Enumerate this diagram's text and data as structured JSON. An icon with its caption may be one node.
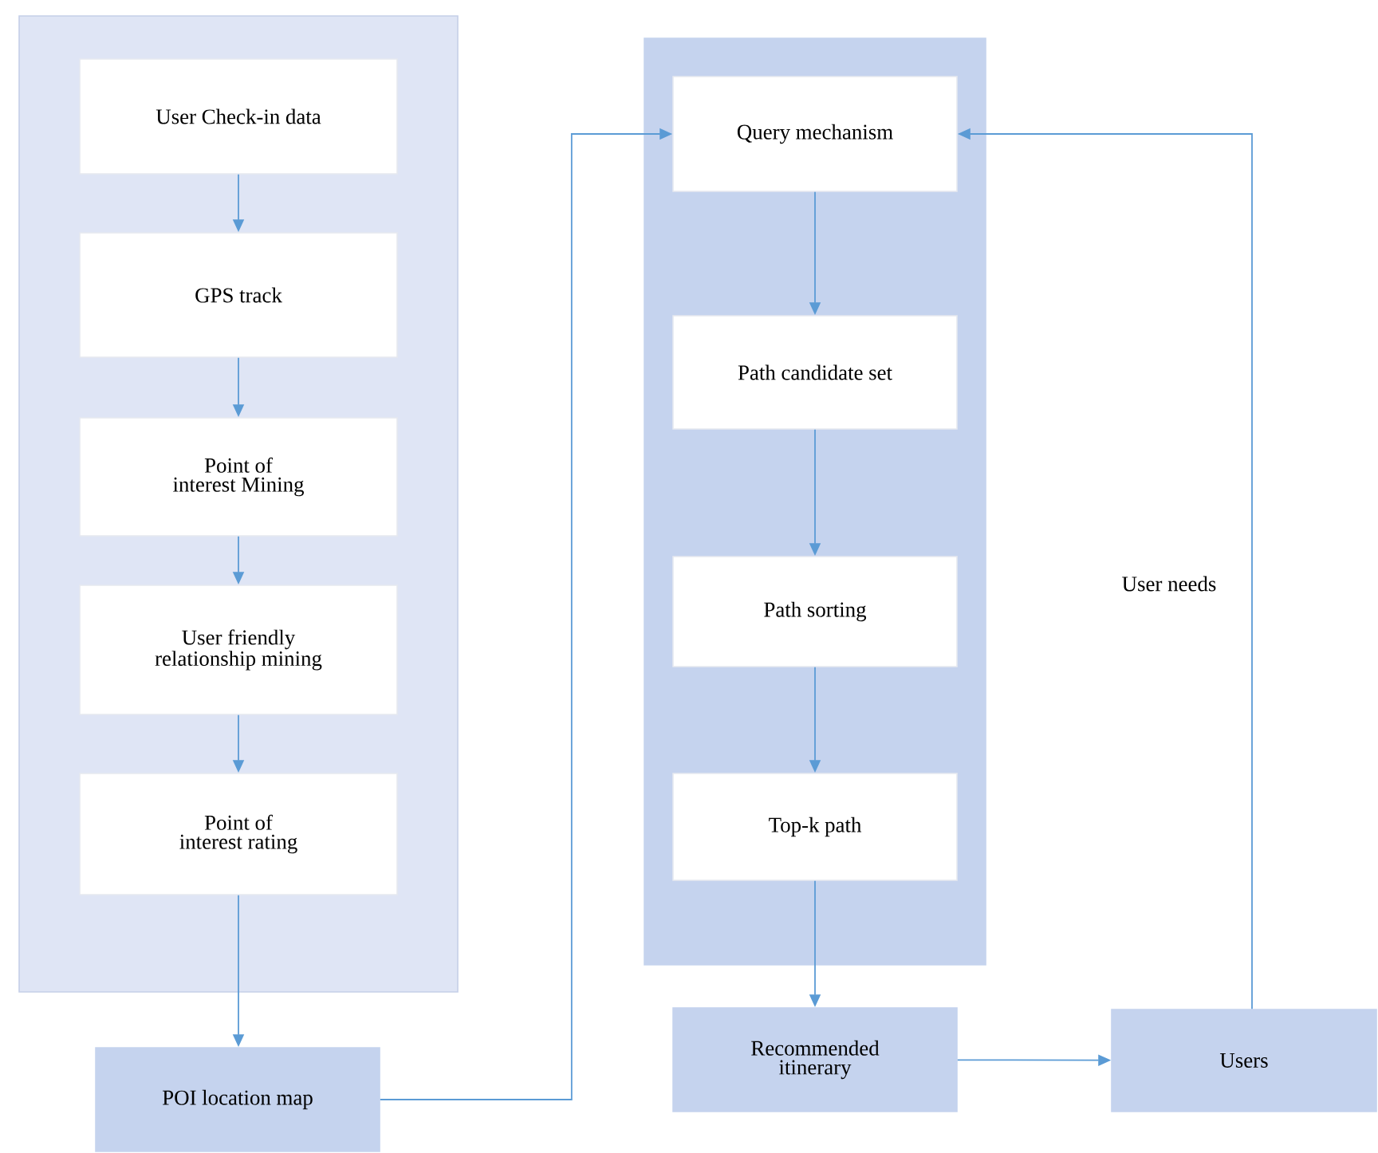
{
  "diagram": {
    "nodes": [
      {
        "text": [],
        "shape": "box"
      },
      {
        "text": [
          "User Check-in data"
        ],
        "in": 0
      },
      {
        "text": [
          "GPS track"
        ],
        "in": 0
      },
      {
        "text": [
          "Point of interest Mining"
        ],
        "in": 0
      },
      {
        "text": [
          "User friendly relationship mining"
        ],
        "in": 0
      },
      {
        "text": [
          "Point of interest rating"
        ],
        "in": 0
      },
      {
        "text": [
          "POI location map"
        ]
      },
      {
        "text": [],
        "shape": "box"
      },
      {
        "text": [
          "Query mechanism"
        ],
        "in": 7
      },
      {
        "text": [
          "Path candidate set"
        ],
        "in": 7
      },
      {
        "text": [
          "Path sorting"
        ],
        "in": 7
      },
      {
        "text": [
          "Top-k path"
        ],
        "in": 7
      },
      {
        "text": [
          "Recommended itinerary"
        ]
      },
      {
        "text": [
          "Users"
        ]
      }
    ],
    "edges": [
      {
        "from": 1,
        "to": 2,
        "arrow": "to"
      },
      {
        "from": 2,
        "to": 3,
        "arrow": "to"
      },
      {
        "from": 3,
        "to": 4,
        "arrow": "to"
      },
      {
        "from": 4,
        "to": 5,
        "arrow": "to"
      },
      {
        "from": 5,
        "to": 6,
        "arrow": "to"
      },
      {
        "from": 6,
        "to": 8,
        "arrow": "to"
      },
      {
        "from": 8,
        "to": 9,
        "arrow": "to"
      },
      {
        "from": 9,
        "to": 10,
        "arrow": "to"
      },
      {
        "from": 10,
        "to": 11,
        "arrow": "to"
      },
      {
        "from": 11,
        "to": 12,
        "arrow": "to"
      },
      {
        "from": 12,
        "to": 13,
        "arrow": "to"
      },
      {
        "from": 13,
        "to": 8,
        "arrow": "to",
        "label": "User needs"
      }
    ]
  }
}
